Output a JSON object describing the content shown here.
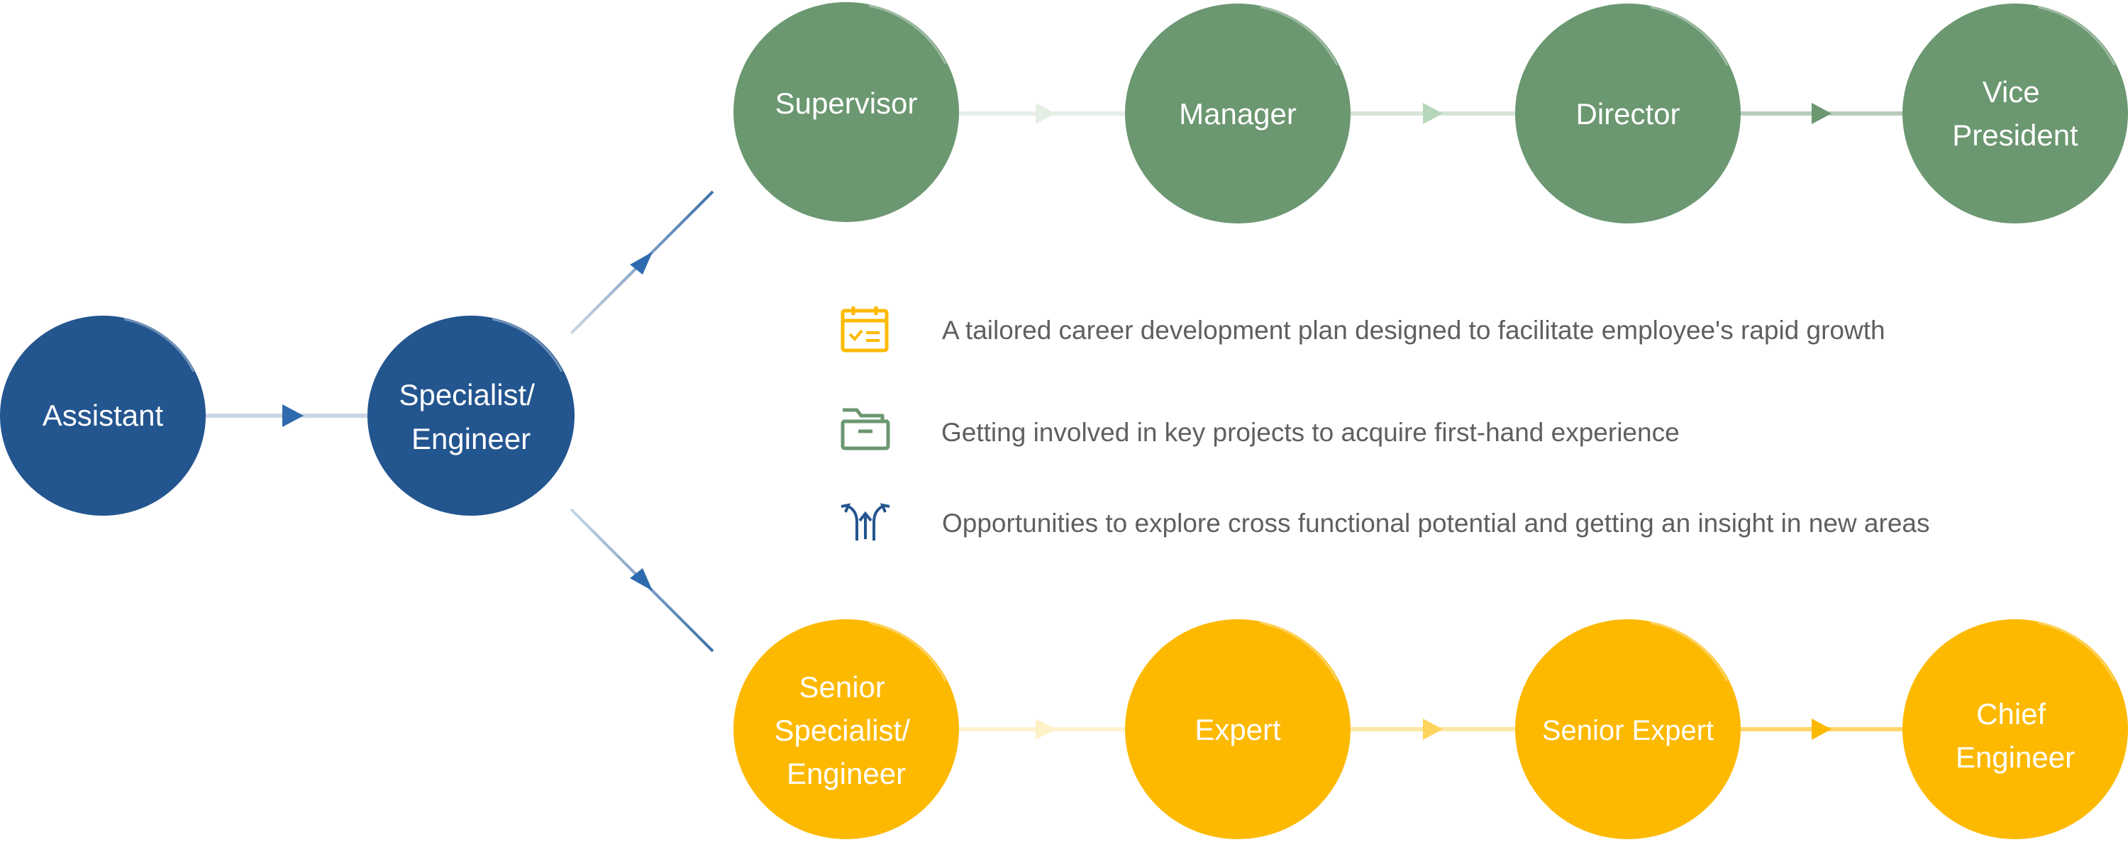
{
  "colors": {
    "blue": "#23558F",
    "green": "#6B9771",
    "yellow": "#FDB900",
    "text": "#5F5F5F"
  },
  "nodes": {
    "assistant": {
      "lines": [
        "Assistant"
      ]
    },
    "specialist": {
      "lines": [
        "Specialist/",
        "Engineer"
      ]
    },
    "management": [
      {
        "id": "supervisor",
        "lines": [
          "Supervisor"
        ]
      },
      {
        "id": "manager",
        "lines": [
          "Manager"
        ]
      },
      {
        "id": "director",
        "lines": [
          "Director"
        ]
      },
      {
        "id": "vice-president",
        "lines": [
          "Vice",
          "President"
        ]
      }
    ],
    "technical": [
      {
        "id": "senior-specialist",
        "lines": [
          "Senior",
          "Specialist/",
          "Engineer"
        ]
      },
      {
        "id": "expert",
        "lines": [
          "Expert"
        ]
      },
      {
        "id": "senior-expert",
        "lines": [
          "Senior Expert"
        ]
      },
      {
        "id": "chief-engineer",
        "lines": [
          "Chief",
          "Engineer"
        ]
      }
    ]
  },
  "benefits": [
    {
      "icon": "calendar-check-icon",
      "text": "A tailored career development plan designed to facilitate employee's rapid growth"
    },
    {
      "icon": "folder-icon",
      "text": "Getting involved in key projects to acquire first-hand experience"
    },
    {
      "icon": "split-arrows-icon",
      "text": "Opportunities to explore cross functional potential and getting an insight in new areas"
    }
  ]
}
